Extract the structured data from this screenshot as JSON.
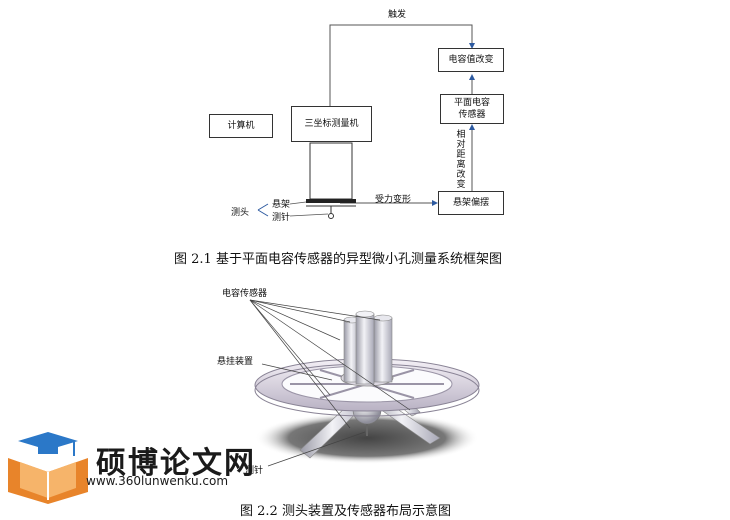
{
  "fig1": {
    "trigger": "触发",
    "capacitance_change": "电容值改变",
    "sensor": "平面电容\n传感器",
    "computer": "计算机",
    "cmm": "三坐标测量机",
    "relative_distance_change": "相对距离改变",
    "suspension": "悬架",
    "probe_head": "测头",
    "stylus": "测针",
    "force_deform": "受力变形",
    "suspension_offset": "悬架偏摆",
    "caption": "图 2.1  基于平面电容传感器的异型微小孔测量系统框架图"
  },
  "fig2": {
    "capacitive_sensor": "电容传感器",
    "suspension_device": "悬挂装置",
    "stylus": "测针",
    "caption": "图 2.2  测头装置及传感器布局示意图"
  },
  "watermark": {
    "name": "硕博论文网",
    "url": "www.360lunwenku.com"
  }
}
